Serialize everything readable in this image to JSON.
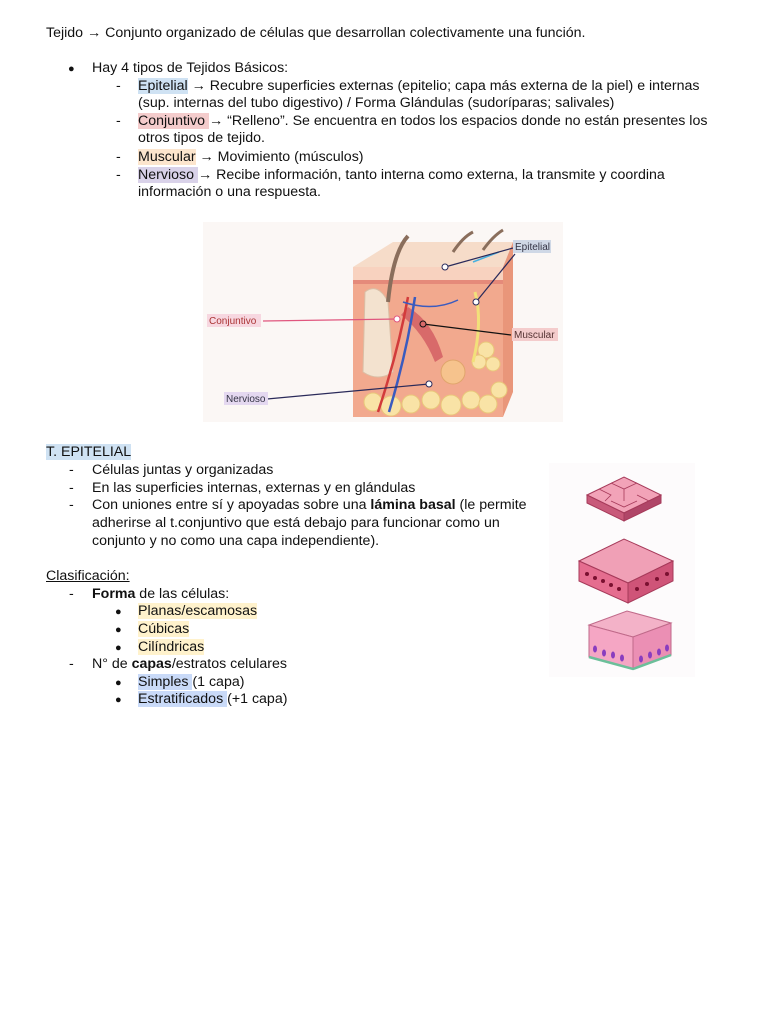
{
  "intro": {
    "term": "Tejido",
    "arrow": "→",
    "definition": "Conjunto organizado de células que desarrollan colectivamente una función."
  },
  "types": {
    "heading": "Hay 4 tipos de Tejidos Básicos:",
    "items": [
      {
        "name": "Epitelial",
        "line1": "Recubre superficies externas (epitelio; capa más externa de la piel) e internas",
        "line2": "(sup. internas del tubo digestivo) / Forma Glándulas (sudoríparas; salivales)"
      },
      {
        "name": "Conjuntivo ",
        "line1": "“Relleno”. Se encuentra en todos los espacios donde no están presentes los",
        "line2": "otros tipos de tejido."
      },
      {
        "name": "Muscular",
        "line1": "Movimiento (músculos)"
      },
      {
        "name": "Nervioso ",
        "line1": "Recibe información, tanto interna como externa, la transmite y coordina",
        "line2": "información o una respuesta."
      }
    ]
  },
  "diagram": {
    "labels": {
      "epitelial": "Epitelial",
      "conjuntivo": "Conjuntivo",
      "muscular": "Muscular",
      "nervioso": "Nervioso"
    }
  },
  "epitelial": {
    "heading": "T. EPITELIAL",
    "items": [
      "Células juntas y organizadas",
      "En las superficies internas, externas y en glándulas"
    ],
    "item3": {
      "a": "Con uniones entre sí y apoyadas sobre una ",
      "bold": "lámina basal",
      "b": " (le permite",
      "line2": "adherirse al t.conjuntivo que está debajo para funcionar como un",
      "line3": "conjunto y no como una capa independiente)."
    }
  },
  "clasificacion": {
    "heading": "Clasificación:",
    "forma": {
      "bold": "Forma",
      "rest": " de las células:",
      "items": [
        "Planas/escamosas",
        "Cúbicas",
        "Cilíndricas"
      ]
    },
    "capas": {
      "pre": "N° de ",
      "bold": "capas",
      "rest": "/estratos celulares",
      "items": [
        {
          "hl": "Simples ",
          "rest": "(1 capa)"
        },
        {
          "hl": "Estratificados ",
          "rest": "(+1 capa)"
        }
      ]
    }
  },
  "symbols": {
    "dash": "-",
    "dot": "●"
  },
  "colors": {
    "epitelial": "#cfe2f3",
    "conjuntivo": "#f4cccc",
    "muscular": "#fce5cd",
    "nervioso": "#d9d2e9",
    "yellow": "#fff2cc",
    "lightblue": "#c9daf8"
  }
}
